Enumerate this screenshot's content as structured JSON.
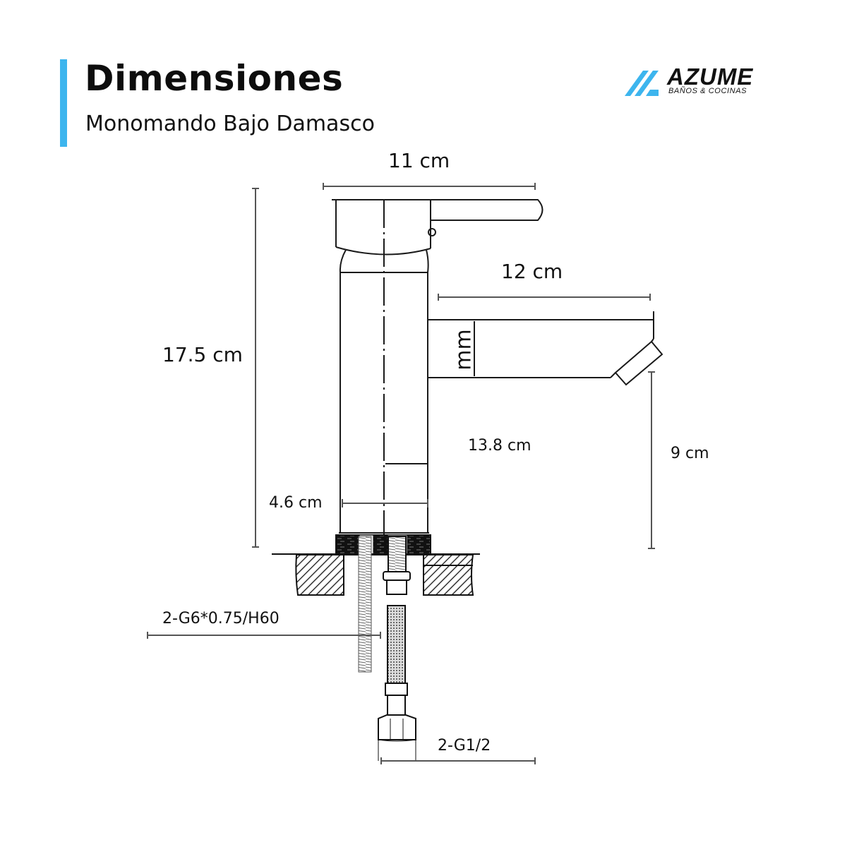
{
  "header": {
    "title": "Dimensiones",
    "subtitle": "Monomando Bajo Damasco",
    "accent_color": "#3DB5EE"
  },
  "brand": {
    "name": "AZUME",
    "tagline": "BAÑOS & COCINAS",
    "logo_icon": "azume-stripes-logo",
    "logo_color": "#3DB5EE"
  },
  "dimensions": {
    "handle_width": "11 cm",
    "spout_reach": "12 cm",
    "total_height": "17.5 cm",
    "body_height": "13.8 cm",
    "spout_height": "9 cm",
    "base_diameter": "4.6 cm",
    "spout_section": "mm",
    "stud_thread": "2-G6*0.75/H60",
    "hose_connection": "2-G1/2"
  },
  "colors": {
    "line": "#1a1a1a",
    "dimension_line": "#555555",
    "hatch": "#333333"
  }
}
